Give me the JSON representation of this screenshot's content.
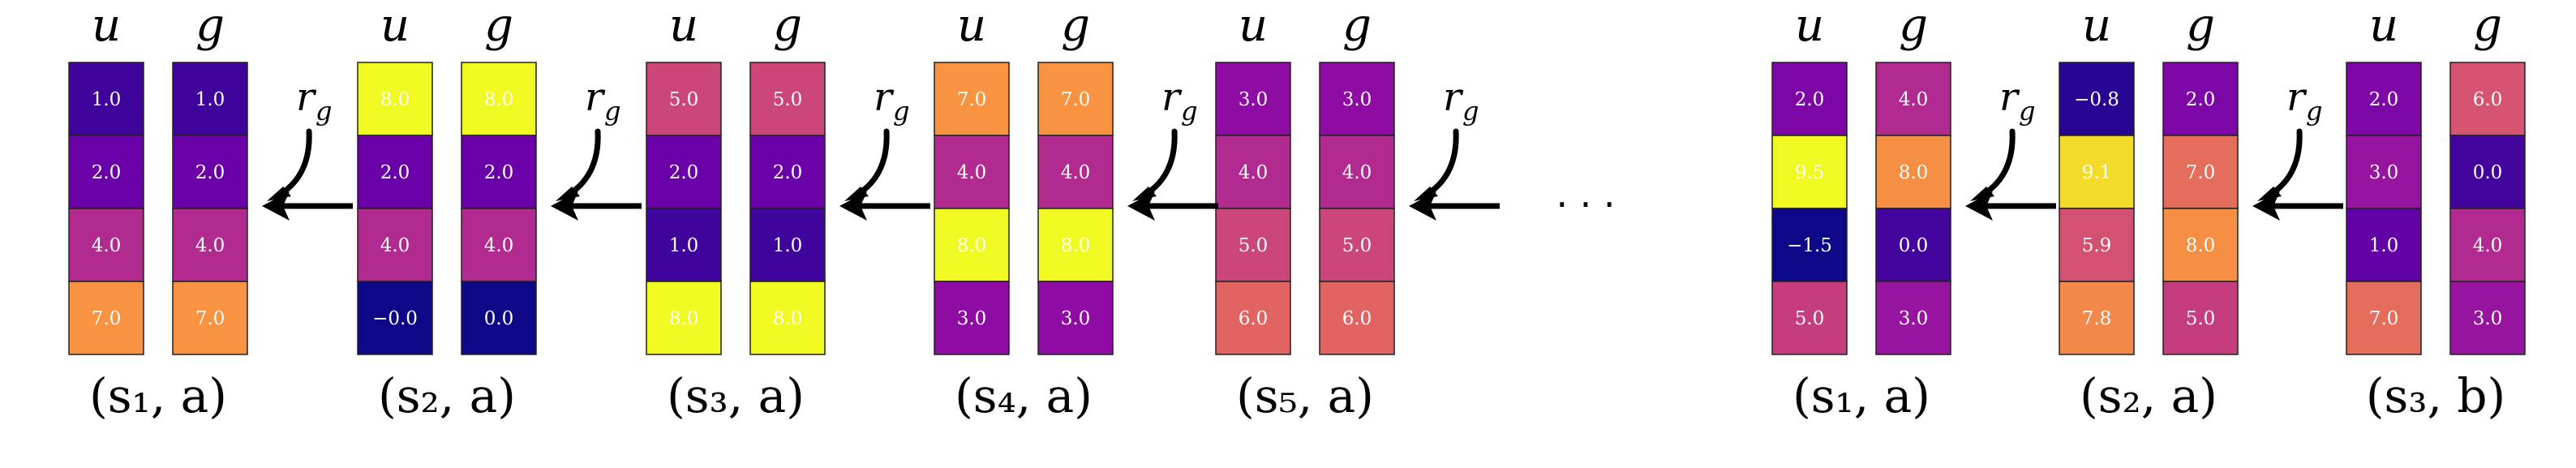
{
  "headers": {
    "u": "u",
    "g": "g"
  },
  "arrow_label": {
    "main": "r",
    "sub": "g"
  },
  "ellipsis": "· · ·",
  "colors": {
    "label_default": "#000000",
    "label_highlight": "#c0141c",
    "cell_border": "#222222"
  },
  "left_panel": {
    "states": [
      {
        "label": "(s₁, a)",
        "u": [
          1.0,
          2.0,
          4.0,
          7.0
        ],
        "g": [
          1.0,
          2.0,
          4.0,
          7.0
        ],
        "u_text": [
          "1.0",
          "2.0",
          "4.0",
          "7.0"
        ],
        "g_text": [
          "1.0",
          "2.0",
          "4.0",
          "7.0"
        ]
      },
      {
        "label": "(s₂, a)",
        "u": [
          8.0,
          2.0,
          4.0,
          0.0
        ],
        "g": [
          8.0,
          2.0,
          4.0,
          0.0
        ],
        "u_text": [
          "8.0",
          "2.0",
          "4.0",
          "−0.0"
        ],
        "g_text": [
          "8.0",
          "2.0",
          "4.0",
          "0.0"
        ]
      },
      {
        "label": "(s₃, a)",
        "u": [
          5.0,
          2.0,
          1.0,
          8.0
        ],
        "g": [
          5.0,
          2.0,
          1.0,
          8.0
        ],
        "u_text": [
          "5.0",
          "2.0",
          "1.0",
          "8.0"
        ],
        "g_text": [
          "5.0",
          "2.0",
          "1.0",
          "8.0"
        ]
      },
      {
        "label": "(s₄, a)",
        "u": [
          7.0,
          4.0,
          8.0,
          3.0
        ],
        "g": [
          7.0,
          4.0,
          8.0,
          3.0
        ],
        "u_text": [
          "7.0",
          "4.0",
          "8.0",
          "3.0"
        ],
        "g_text": [
          "7.0",
          "4.0",
          "8.0",
          "3.0"
        ]
      },
      {
        "label": "(s₅, a)",
        "u": [
          3.0,
          4.0,
          5.0,
          6.0
        ],
        "g": [
          3.0,
          4.0,
          5.0,
          6.0
        ],
        "u_text": [
          "3.0",
          "4.0",
          "5.0",
          "6.0"
        ],
        "g_text": [
          "3.0",
          "4.0",
          "5.0",
          "6.0"
        ]
      }
    ]
  },
  "right_panel": {
    "states": [
      {
        "label": "(s₁, a)",
        "u": [
          2.0,
          9.5,
          -1.5,
          5.0
        ],
        "g": [
          4.0,
          8.0,
          0.0,
          3.0
        ],
        "u_text": [
          "2.0",
          "9.5",
          "−1.5",
          "5.0"
        ],
        "g_text": [
          "4.0",
          "8.0",
          "0.0",
          "3.0"
        ]
      },
      {
        "label": "(s₂, a)",
        "u": [
          -0.8,
          9.1,
          5.9,
          7.8
        ],
        "g": [
          2.0,
          7.0,
          8.0,
          5.0
        ],
        "u_text": [
          "−0.8",
          "9.1",
          "5.9",
          "7.8"
        ],
        "g_text": [
          "2.0",
          "7.0",
          "8.0",
          "5.0"
        ]
      },
      {
        "label": "(s₃, b)",
        "highlight": true,
        "u": [
          2.0,
          3.0,
          1.0,
          7.0
        ],
        "g": [
          6.0,
          0.0,
          4.0,
          3.0
        ],
        "u_text": [
          "2.0",
          "3.0",
          "1.0",
          "7.0"
        ],
        "g_text": [
          "6.0",
          "0.0",
          "4.0",
          "3.0"
        ]
      }
    ]
  }
}
